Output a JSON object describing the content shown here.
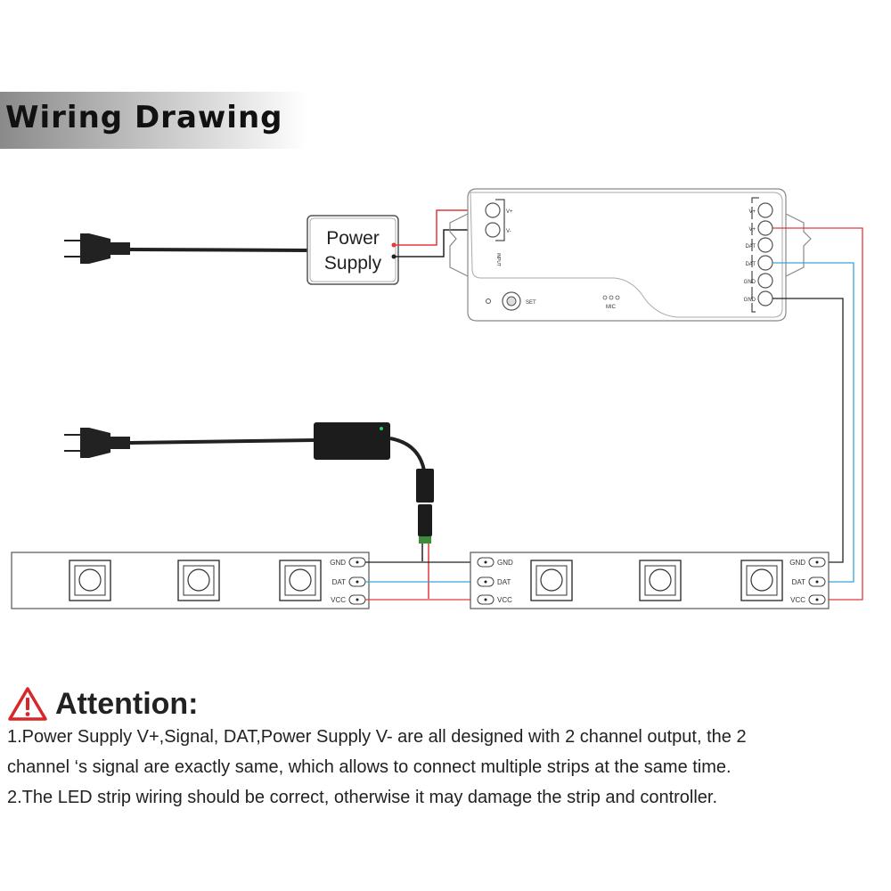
{
  "title": "Wiring Drawing",
  "power_supply_label": [
    "Power",
    "Supply"
  ],
  "controller": {
    "input_labels": [
      "V+",
      "V-"
    ],
    "input_text": "INPUT",
    "output_labels": [
      "V+",
      "V+",
      "DAT",
      "DAT",
      "GND",
      "GND"
    ],
    "set_label": "SET",
    "mic_label": "MIC"
  },
  "strip_pins": [
    "GND",
    "DAT",
    "VCC"
  ],
  "attention": {
    "title": "Attention:",
    "lines": [
      "1.Power Supply V+,Signal, DAT,Power Supply V- are all designed with 2 channel output, the 2",
      "channel ‘s signal are exactly same, which allows to connect multiple strips at the same time.",
      "2.The LED strip wiring should be correct, otherwise it may damage the strip and controller."
    ]
  },
  "colors": {
    "vcc_wire": "#e0393c",
    "data_wire": "#3aa5d6",
    "gnd_wire": "#222222",
    "warning": "#d9262b",
    "adapter_led": "#2ecc71"
  },
  "icons": [
    "plug-icon",
    "warning-icon"
  ]
}
